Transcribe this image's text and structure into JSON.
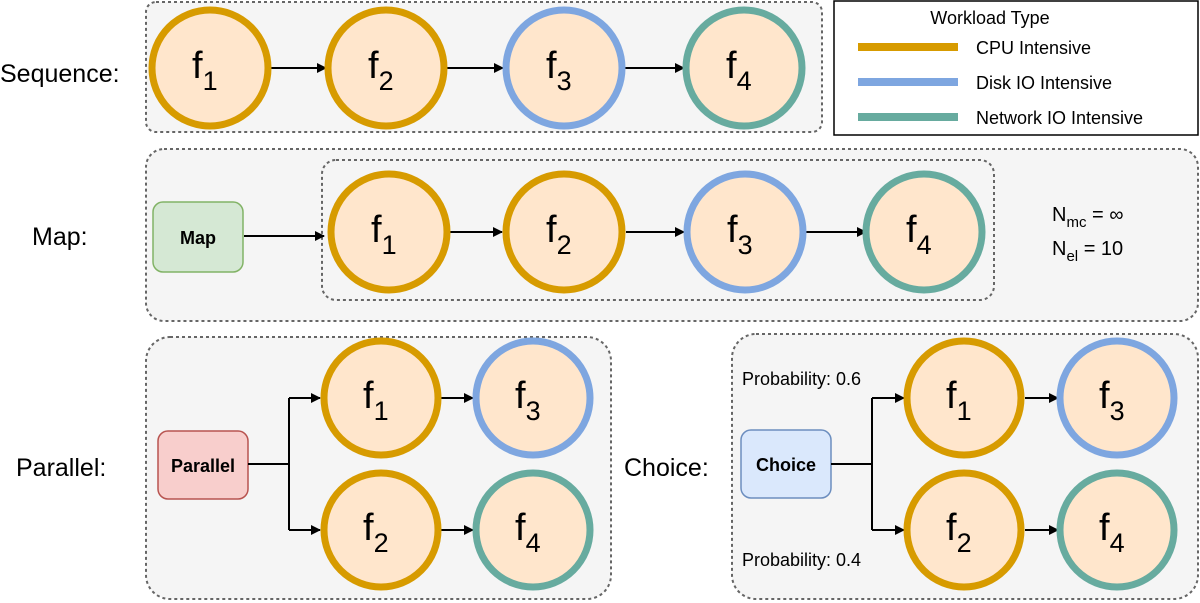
{
  "legend": {
    "title": "Workload Type",
    "items": [
      {
        "label": "CPU Intensive",
        "color": "#d79b00"
      },
      {
        "label": "Disk IO Intensive",
        "color": "#7ea6e0"
      },
      {
        "label": "Network IO Intensive",
        "color": "#67ab9f"
      }
    ]
  },
  "colors": {
    "node_fill": "#ffe6cc",
    "group_fill": "#f5f5f5",
    "map_box_fill": "#d5e8d4",
    "map_box_stroke": "#82b366",
    "parallel_box_fill": "#f8cecc",
    "parallel_box_stroke": "#b85450",
    "choice_box_fill": "#dae8fc",
    "choice_box_stroke": "#6c8ebf"
  },
  "sequence": {
    "label": "Sequence:",
    "nodes": [
      {
        "name": "f",
        "sub": "1",
        "type": "CPU Intensive"
      },
      {
        "name": "f",
        "sub": "2",
        "type": "CPU Intensive"
      },
      {
        "name": "f",
        "sub": "3",
        "type": "Disk IO Intensive"
      },
      {
        "name": "f",
        "sub": "4",
        "type": "Network IO Intensive"
      }
    ]
  },
  "map": {
    "label": "Map:",
    "box": "Map",
    "nodes": [
      {
        "name": "f",
        "sub": "1",
        "type": "CPU Intensive"
      },
      {
        "name": "f",
        "sub": "2",
        "type": "CPU Intensive"
      },
      {
        "name": "f",
        "sub": "3",
        "type": "Disk IO Intensive"
      },
      {
        "name": "f",
        "sub": "4",
        "type": "Network IO Intensive"
      }
    ],
    "params": [
      {
        "name": "N",
        "sub": "mc",
        "value": " = ∞"
      },
      {
        "name": "N",
        "sub": "el",
        "value": " = 10"
      }
    ]
  },
  "parallel": {
    "label": "Parallel:",
    "box": "Parallel",
    "nodes": [
      {
        "name": "f",
        "sub": "1",
        "type": "CPU Intensive"
      },
      {
        "name": "f",
        "sub": "3",
        "type": "Disk IO Intensive"
      },
      {
        "name": "f",
        "sub": "2",
        "type": "CPU Intensive"
      },
      {
        "name": "f",
        "sub": "4",
        "type": "Network IO Intensive"
      }
    ]
  },
  "choice": {
    "label": "Choice:",
    "box": "Choice",
    "probabilities": [
      "Probability: 0.6",
      "Probability: 0.4"
    ],
    "nodes": [
      {
        "name": "f",
        "sub": "1",
        "type": "CPU Intensive"
      },
      {
        "name": "f",
        "sub": "3",
        "type": "Disk IO Intensive"
      },
      {
        "name": "f",
        "sub": "2",
        "type": "CPU Intensive"
      },
      {
        "name": "f",
        "sub": "4",
        "type": "Network IO Intensive"
      }
    ]
  }
}
